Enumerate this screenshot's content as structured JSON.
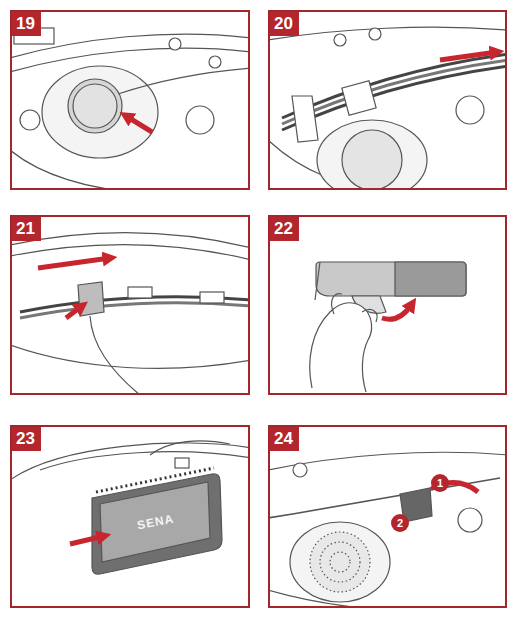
{
  "diagram": {
    "nodes": [
      {
        "text": [
          "19"
        ]
      },
      {
        "text": [
          "20"
        ]
      },
      {
        "text": [
          "21"
        ]
      },
      {
        "text": [
          "22"
        ]
      },
      {
        "text": [
          "23"
        ]
      },
      {
        "text": [
          "24"
        ]
      },
      {
        "text": [
          "1"
        ],
        "in": 5
      },
      {
        "text": [
          "2"
        ],
        "in": 5
      }
    ],
    "labels": [
      "SENA"
    ]
  }
}
